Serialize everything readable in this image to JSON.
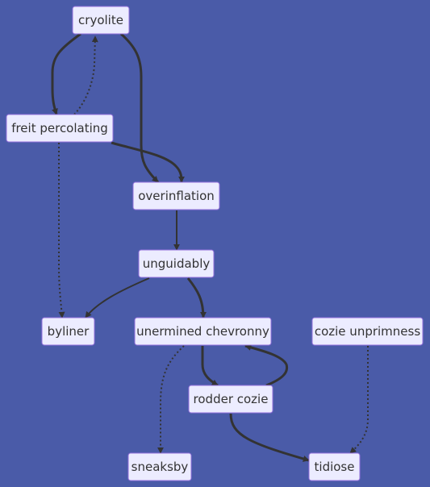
{
  "diagram": {
    "nodes": {
      "cryolite": "cryolite",
      "freit_percolating": "freit percolating",
      "overinflation": "overinflation",
      "unguidably": "unguidably",
      "byliner": "byliner",
      "unermined_chevronny": "unermined chevronny",
      "cozie_unprimness": "cozie unprimness",
      "rodder_cozie": "rodder cozie",
      "sneaksby": "sneaksby",
      "tidiose": "tidiose"
    },
    "edges": [
      {
        "from": "cryolite",
        "to": "freit percolating",
        "style": "thick"
      },
      {
        "from": "freit percolating",
        "to": "cryolite",
        "style": "dotted"
      },
      {
        "from": "cryolite",
        "to": "overinflation",
        "style": "thick"
      },
      {
        "from": "freit percolating",
        "to": "overinflation",
        "style": "thick"
      },
      {
        "from": "freit percolating",
        "to": "byliner",
        "style": "dotted"
      },
      {
        "from": "overinflation",
        "to": "unguidably",
        "style": "normal"
      },
      {
        "from": "unguidably",
        "to": "byliner",
        "style": "normal"
      },
      {
        "from": "unguidably",
        "to": "unermined chevronny",
        "style": "thick"
      },
      {
        "from": "unermined chevronny",
        "to": "rodder cozie",
        "style": "thick"
      },
      {
        "from": "rodder cozie",
        "to": "unermined chevronny",
        "style": "thick"
      },
      {
        "from": "unermined chevronny",
        "to": "sneaksby",
        "style": "dotted"
      },
      {
        "from": "rodder cozie",
        "to": "tidiose",
        "style": "thick"
      },
      {
        "from": "cozie unprimness",
        "to": "tidiose",
        "style": "dotted"
      }
    ]
  }
}
